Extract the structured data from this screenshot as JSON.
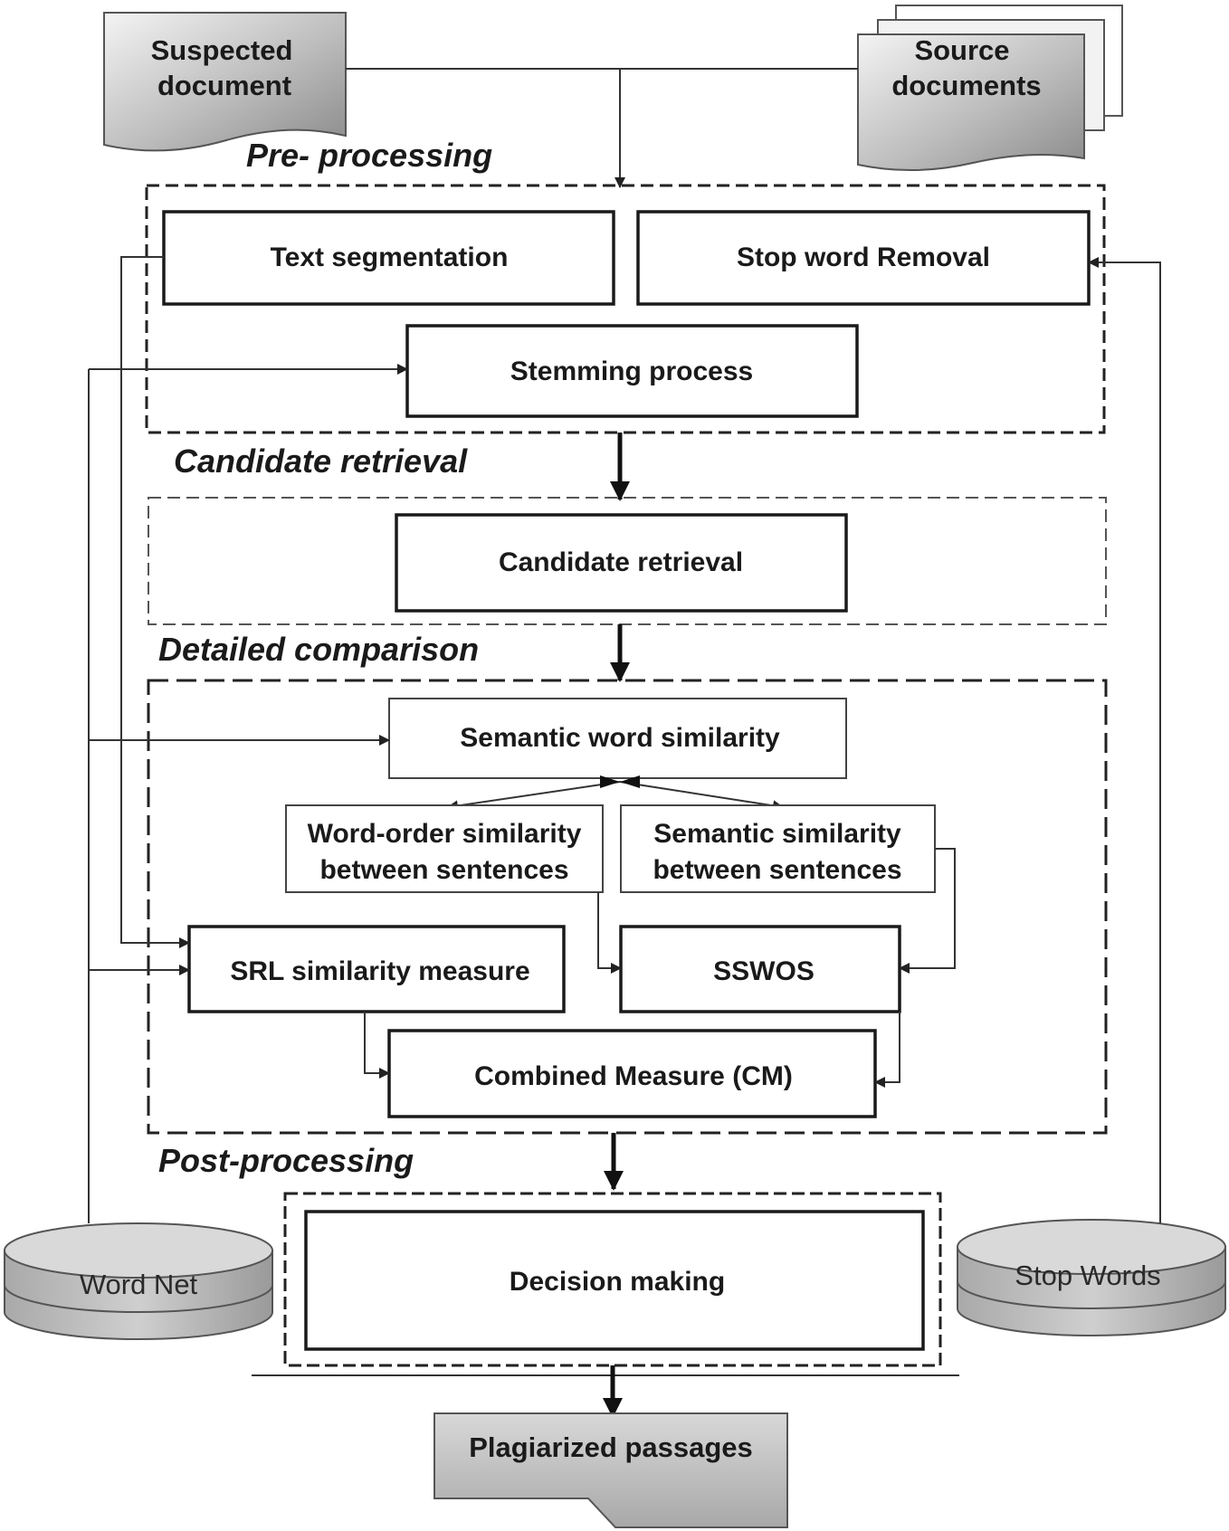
{
  "inputs": {
    "suspected": [
      "Suspected",
      "document"
    ],
    "source": [
      "Source",
      "documents"
    ]
  },
  "phases": {
    "pre_processing": "Pre- processing",
    "candidate_retrieval": "Candidate retrieval",
    "detailed_comparison": "Detailed comparison",
    "post_processing": "Post-processing"
  },
  "nodes": {
    "text_segmentation": "Text segmentation",
    "stop_word_removal": "Stop word Removal",
    "stemming_process": "Stemming process",
    "candidate_retrieval": "Candidate retrieval",
    "semantic_word_similarity": "Semantic word similarity",
    "word_order_similarity": [
      "Word-order similarity",
      "between sentences"
    ],
    "semantic_similarity": [
      "Semantic similarity",
      "between sentences"
    ],
    "srl_similarity": "SRL similarity measure",
    "sswos": "SSWOS",
    "combined_measure": "Combined Measure (CM)",
    "decision_making": "Decision making"
  },
  "databases": {
    "word_net": "Word Net",
    "stop_words": "Stop Words"
  },
  "output": {
    "plagiarized": "Plagiarized passages"
  }
}
